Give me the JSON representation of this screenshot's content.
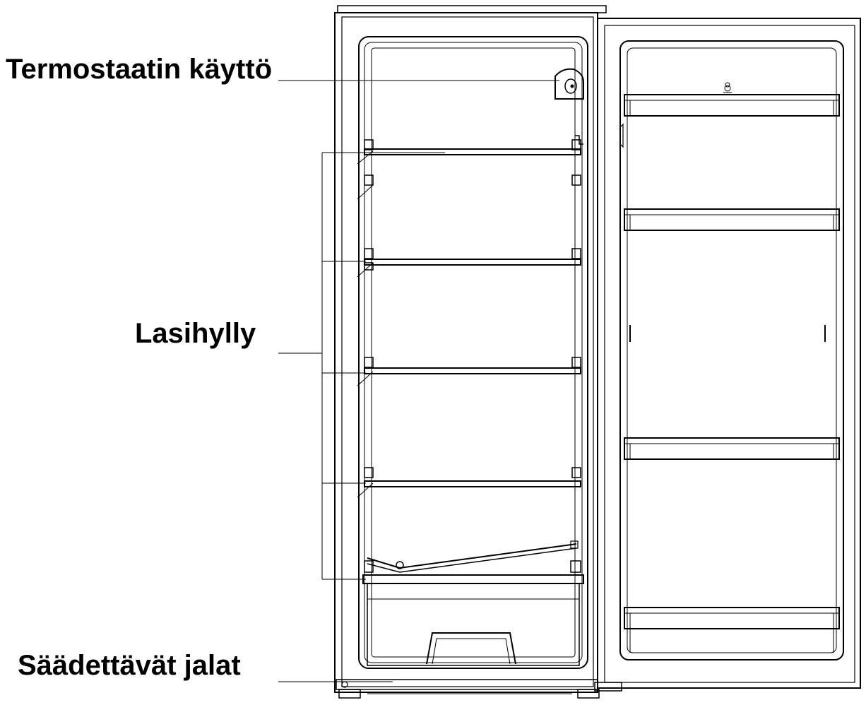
{
  "labels": {
    "thermostat": "Termostaatin käyttö",
    "glass_shelf": "Lasihylly",
    "adjustable_feet": "Säädettävät jalat"
  },
  "colors": {
    "line": "#000000",
    "background": "#ffffff"
  }
}
